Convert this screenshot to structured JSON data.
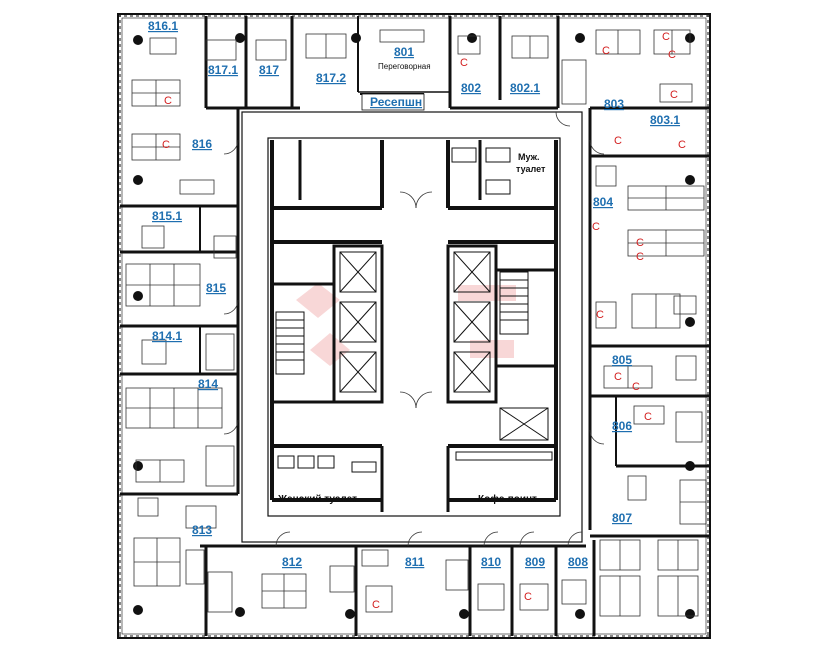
{
  "colors": {
    "wall": "#111111",
    "furniture": "#333333",
    "room_number": "#1f6fb0",
    "c_mark": "#d32020",
    "watermark": "#f3b8b8"
  },
  "rooms": {
    "r801": "801",
    "r802": "802",
    "r802_1": "802.1",
    "r803": "803",
    "r803_1": "803.1",
    "r804": "804",
    "r805": "805",
    "r806": "806",
    "r807": "807",
    "r808": "808",
    "r809": "809",
    "r810": "810",
    "r811": "811",
    "r812": "812",
    "r813": "813",
    "r814": "814",
    "r814_1": "814.1",
    "r815": "815",
    "r815_1": "815.1",
    "r816": "816",
    "r816_1": "816.1",
    "r817": "817",
    "r817_1": "817.1",
    "r817_2": "817.2"
  },
  "labels": {
    "meeting_room": "Переговорная",
    "reception": "Ресепшн",
    "mens_wc_1": "Муж.",
    "mens_wc_2": "туалет",
    "womens_wc": "Женский туалет",
    "coffee_point": "Кофе-поинт"
  },
  "marker": "С"
}
